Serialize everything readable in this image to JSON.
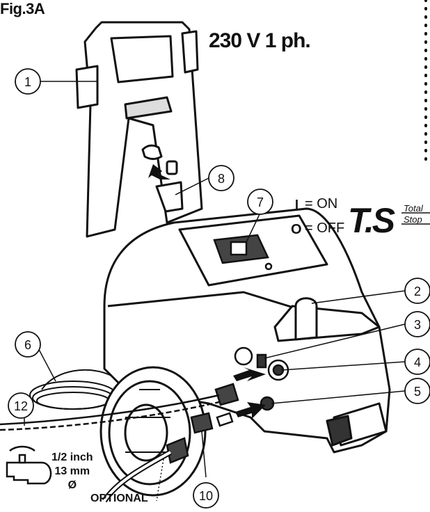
{
  "figure": {
    "label": "Fig.3A",
    "power_spec": "230 V   1 ph.",
    "switch_legend": {
      "on_symbol": "I",
      "on_text": "= ON",
      "off_symbol": "O",
      "off_text": "= OFF"
    },
    "brand": {
      "logo_text": "T.S",
      "word_total": "Total",
      "word_stop": "Stop"
    },
    "tap_spec": "1/2 inch\n13 mm\nØ",
    "optional_label": "OPTIONAL",
    "callouts": [
      "1",
      "2",
      "3",
      "4",
      "5",
      "6",
      "7",
      "8",
      "10",
      "12"
    ]
  }
}
